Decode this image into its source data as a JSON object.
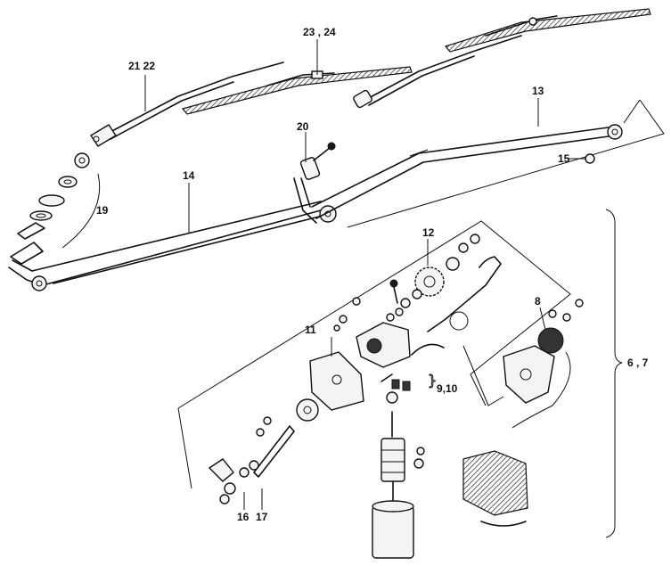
{
  "labels": {
    "wiper_arm": "21 22",
    "wiper_blade": "23 , 24",
    "linkage_right": "13",
    "linkage_left": "14",
    "pivot_shaft": "20",
    "clip": "15",
    "pivot_hardware": "19",
    "gear": "12",
    "crank": "11",
    "switch": "8",
    "brushes": "9,10",
    "motor_assembly": "6 , 7",
    "washer": "16",
    "nut": "17"
  }
}
